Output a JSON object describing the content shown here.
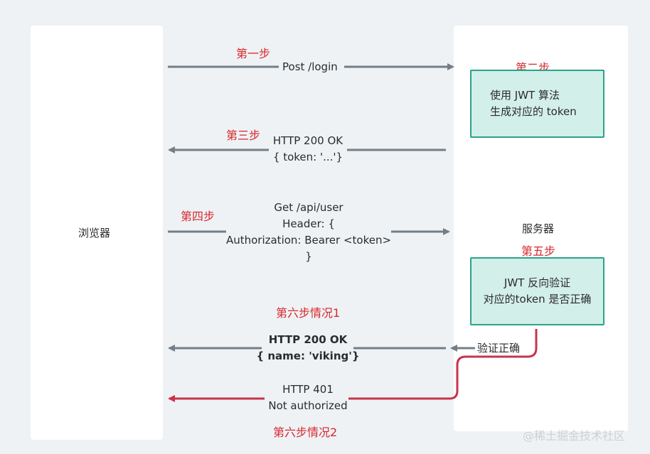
{
  "lanes": {
    "browser_label": "浏览器",
    "server_label": "服务器"
  },
  "steps": {
    "step1": "第一步",
    "step2": "第二步",
    "step3": "第三步",
    "step4": "第四步",
    "step5": "第五步",
    "step6_case1": "第六步情况1",
    "step6_case2": "第六步情况2"
  },
  "messages": {
    "post_login": "Post /login",
    "http200_line1": "HTTP 200 OK",
    "http200_line2": "{ token: '...'}",
    "get_line1": "Get /api/user",
    "get_line2": "Header: {",
    "get_line3": "Authorization: Bearer <token>",
    "get_line4": "}",
    "ok_line1": "HTTP 200 OK",
    "ok_line2": "{ name: 'viking'}",
    "fail_line1": "HTTP 401",
    "fail_line2": "Not authorized",
    "verify_ok": "验证正确"
  },
  "boxes": {
    "jwt_sign_line1": "使用 JWT 算法",
    "jwt_sign_line2": "生成对应的 token",
    "jwt_verify_line1": "JWT 反向验证",
    "jwt_verify_line2": "对应的token 是否正确"
  },
  "watermark": "@稀土掘金技术社区",
  "colors": {
    "arrow_gray": "#737f88",
    "arrow_red": "#c8334d",
    "step_red": "#d8262b",
    "box_fill": "#d3efe9",
    "box_border": "#2aa38a"
  }
}
